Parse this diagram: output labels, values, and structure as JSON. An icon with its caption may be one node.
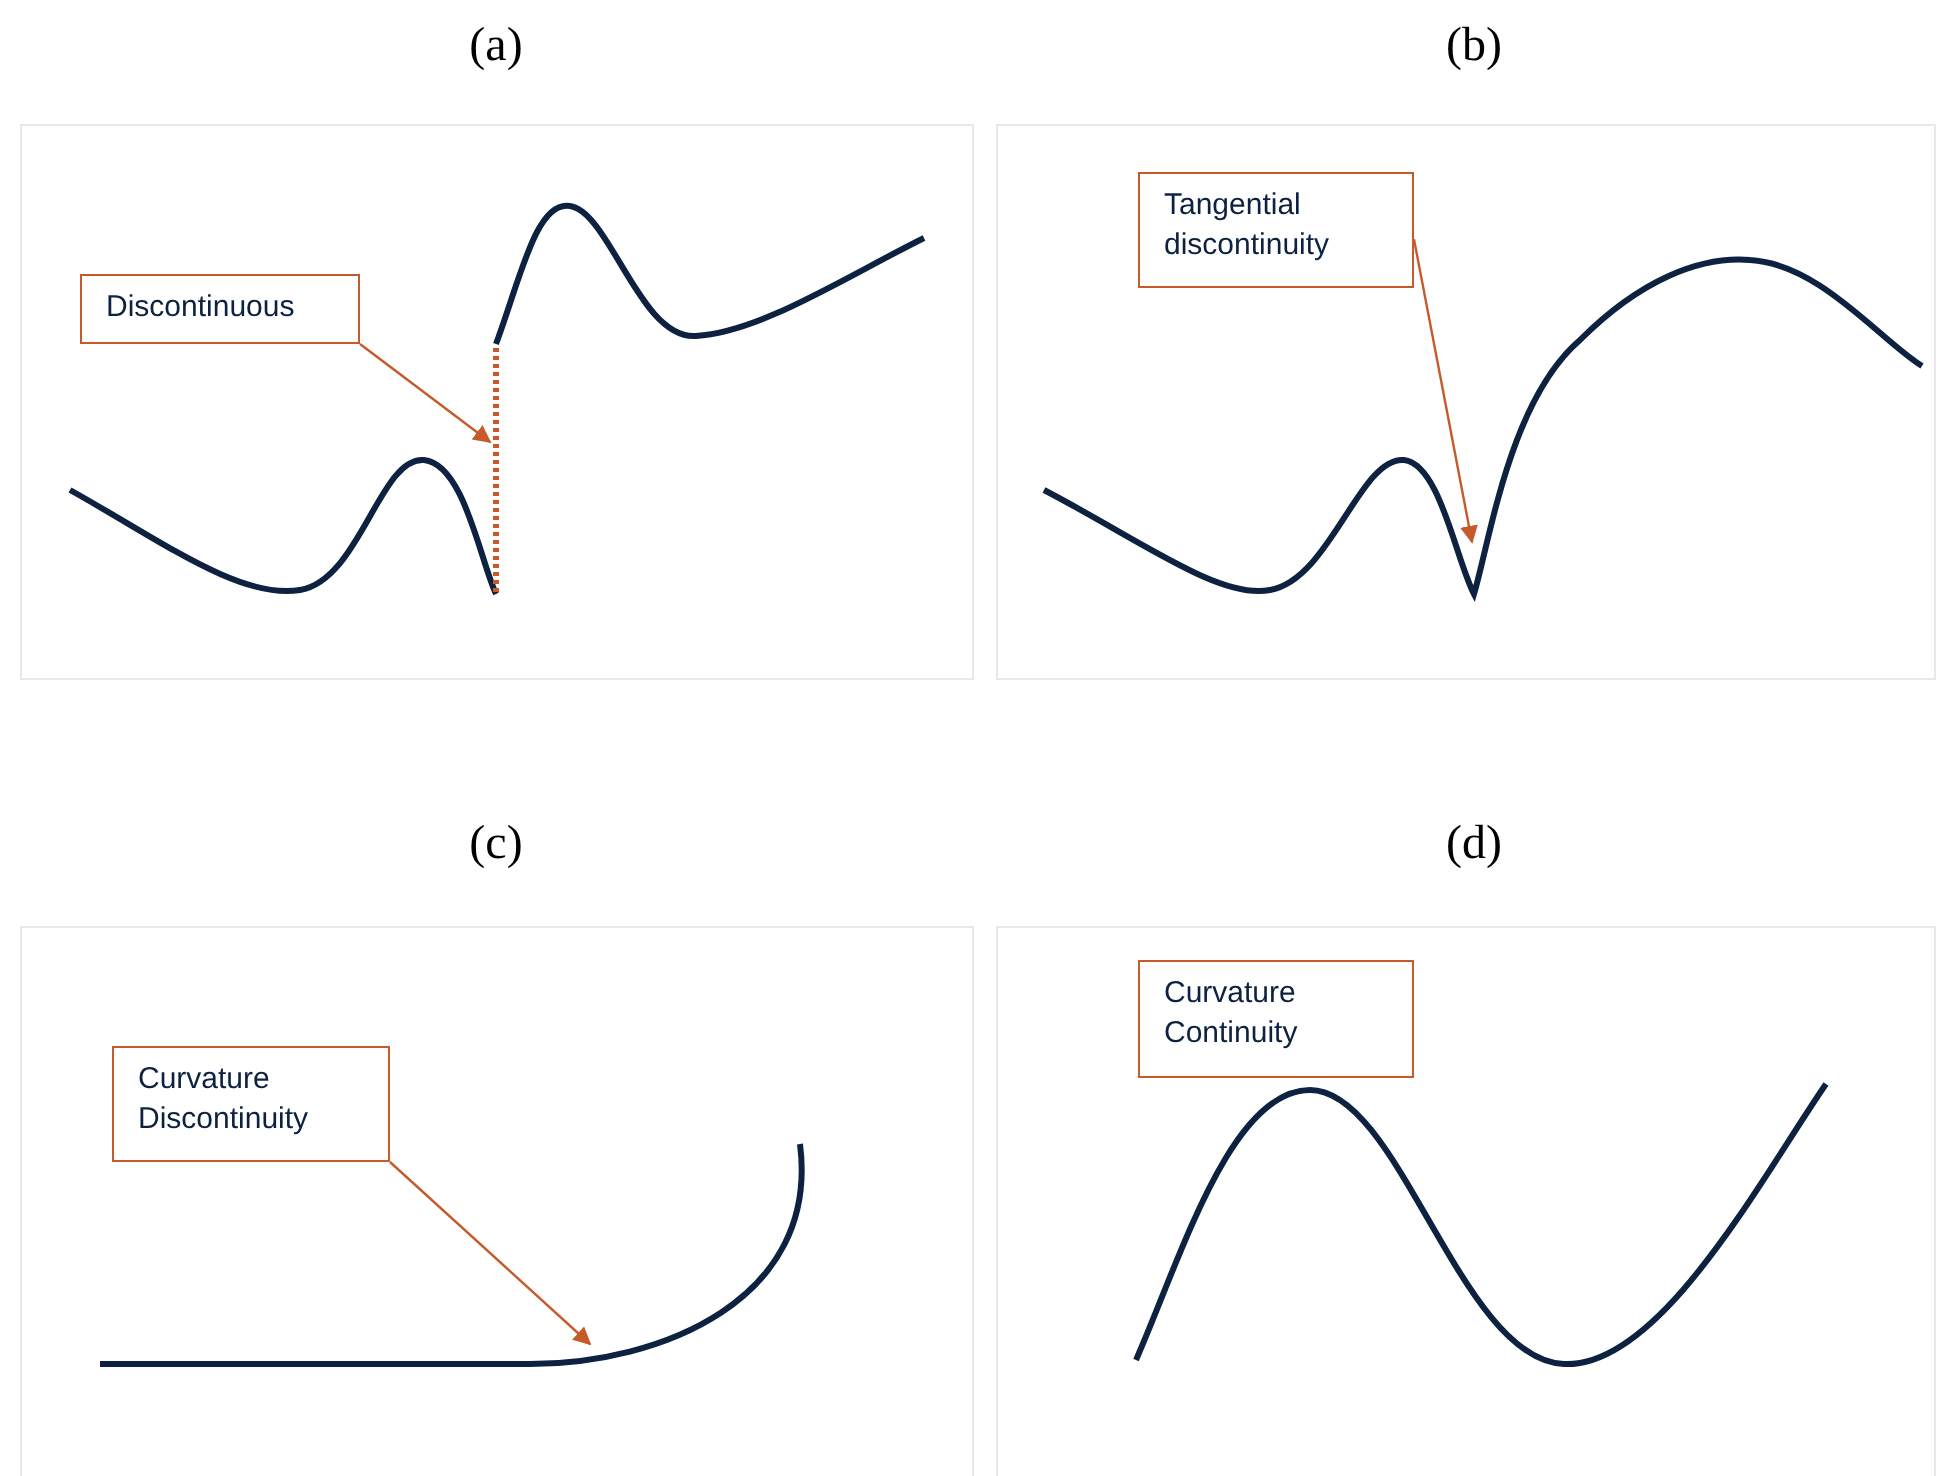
{
  "diagram": {
    "nodes": [
      {
        "text": [
          "(a)"
        ]
      },
      {
        "text": [
          "Discontinuous"
        ],
        "in": 0
      },
      {
        "text": [
          "(b)"
        ]
      },
      {
        "text": [
          "Tangential discontinuity"
        ],
        "in": 2
      },
      {
        "text": [
          "(c)"
        ]
      },
      {
        "text": [
          "Curvature Discontinuity"
        ],
        "in": 4
      },
      {
        "text": [
          "(d)"
        ]
      },
      {
        "text": [
          "Curvature Continuity"
        ],
        "in": 6
      }
    ],
    "edges": [
      {
        "from": 1,
        "to": null,
        "arrow": "to"
      },
      {
        "from": 3,
        "to": null,
        "arrow": "to"
      },
      {
        "from": 5,
        "to": null,
        "arrow": "to"
      }
    ]
  }
}
